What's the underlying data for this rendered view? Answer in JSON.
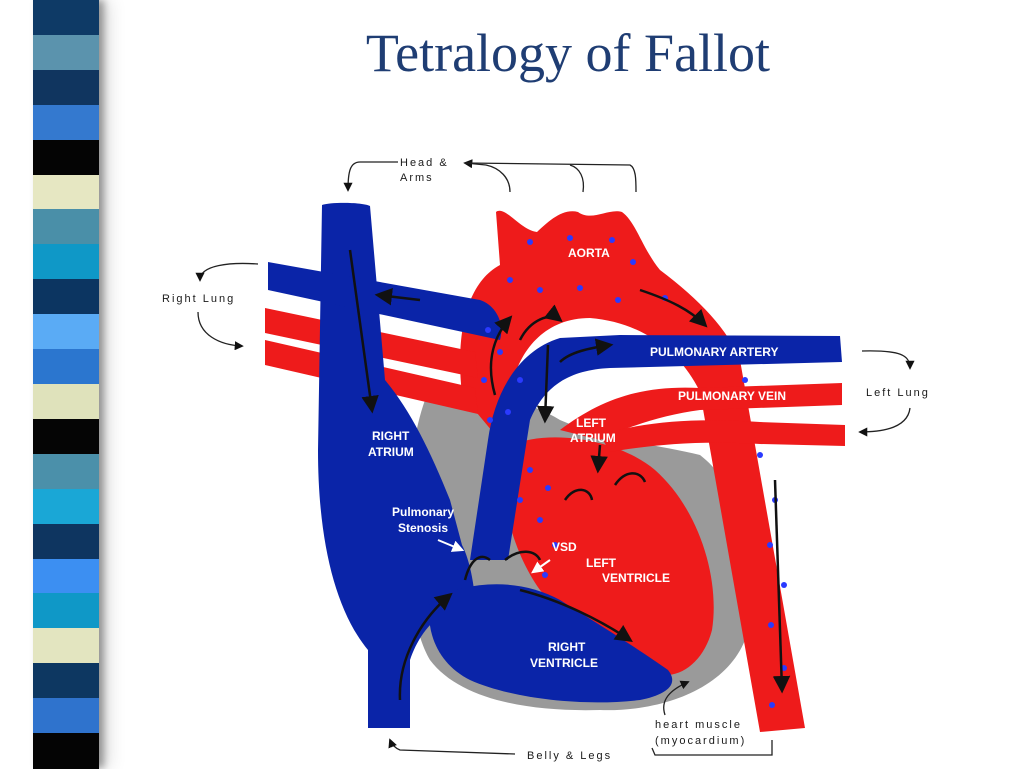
{
  "title": "Tetralogy of Fallot",
  "sidebar_stripes": [
    {
      "color": "#0e3a66"
    },
    {
      "color": "#5b93ad"
    },
    {
      "color": "#10355f"
    },
    {
      "color": "#3479cf"
    },
    {
      "color": "#040404"
    },
    {
      "color": "#e6e7c2"
    },
    {
      "color": "#4a8fa8"
    },
    {
      "color": "#0f98c7"
    },
    {
      "color": "#0c3561"
    },
    {
      "color": "#5aabf5"
    },
    {
      "color": "#2b76cf"
    },
    {
      "color": "#dfe2bb"
    },
    {
      "color": "#050505"
    },
    {
      "color": "#4b90aa"
    },
    {
      "color": "#1aa7d6"
    },
    {
      "color": "#0e3560"
    },
    {
      "color": "#3c8ff2"
    },
    {
      "color": "#0f98c7"
    },
    {
      "color": "#e3e5c0"
    },
    {
      "color": "#0d3761"
    },
    {
      "color": "#2f73cd"
    },
    {
      "color": "#040404"
    }
  ],
  "colors": {
    "deoxygenated": "#0a24a8",
    "oxygenated": "#ee1b1b",
    "myocardium": "#9a9a9a",
    "title": "#1f3d73"
  },
  "labels": {
    "head_arms_1": "Head &",
    "head_arms_2": "Arms",
    "right_lung": "Right Lung",
    "left_lung": "Left Lung",
    "aorta": "AORTA",
    "pulmonary_artery": "PULMONARY ARTERY",
    "pulmonary_vein": "PULMONARY VEIN",
    "left_atrium_1": "LEFT",
    "left_atrium_2": "ATRIUM",
    "right_atrium_1": "RIGHT",
    "right_atrium_2": "ATRIUM",
    "pulmonary_stenosis_1": "Pulmonary",
    "pulmonary_stenosis_2": "Stenosis",
    "vsd": "VSD",
    "left_ventricle_1": "LEFT",
    "left_ventricle_2": "VENTRICLE",
    "right_ventricle_1": "RIGHT",
    "right_ventricle_2": "VENTRICLE",
    "heart_muscle_1": "heart muscle",
    "heart_muscle_2": "(myocardium)",
    "belly_legs": "Belly & Legs"
  }
}
